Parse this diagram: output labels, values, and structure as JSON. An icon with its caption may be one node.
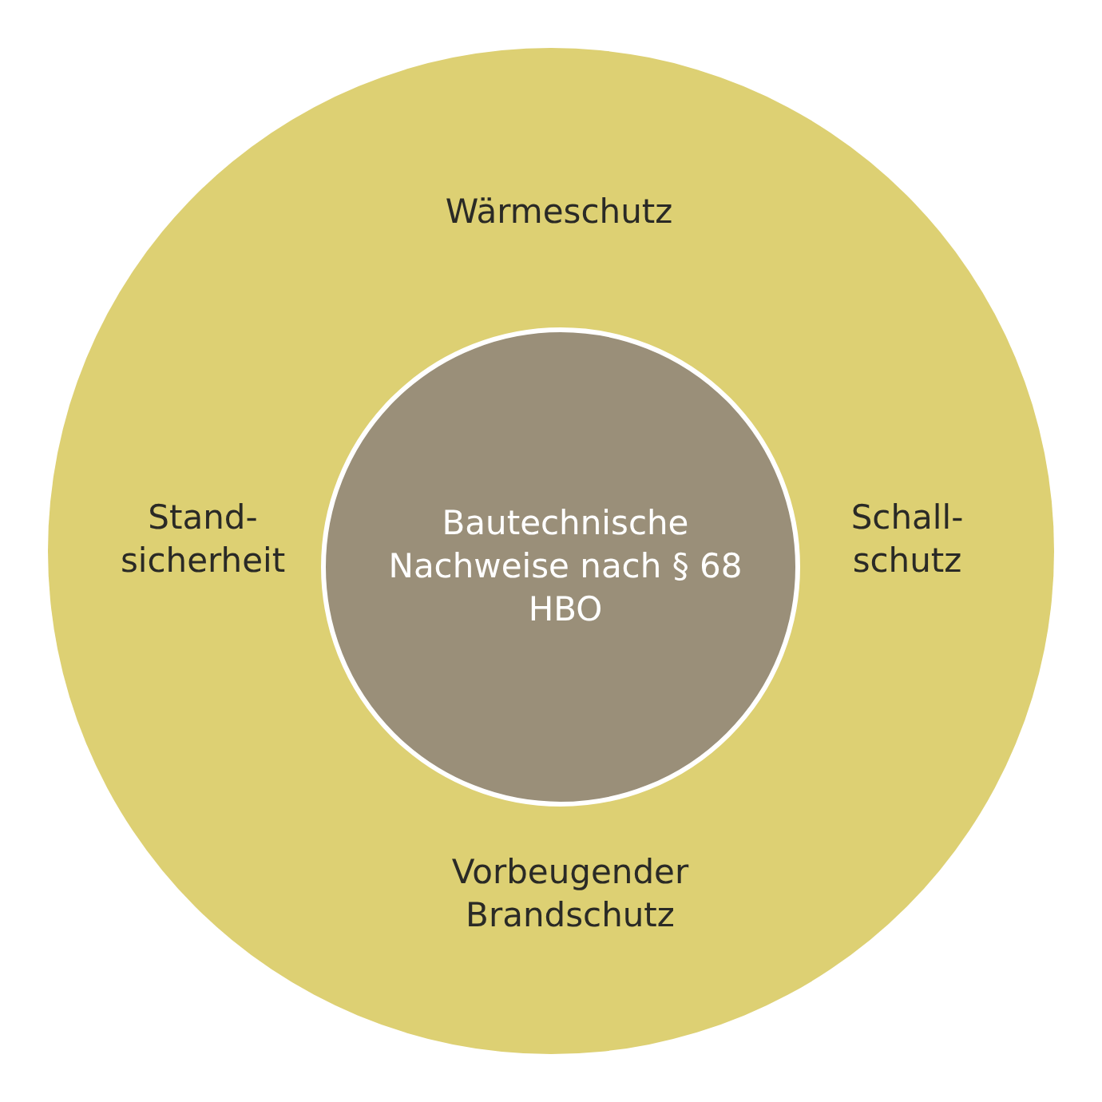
{
  "diagram": {
    "nodes": [
      {
        "text": [
          "Wärmeschutz",
          "Stand- sicherheit",
          "Schall- schutz",
          "Vorbeugender Brandschutz"
        ]
      },
      {
        "text": [
          "Bautechnische Nachweise nach § 68 HBO"
        ],
        "in": 0
      }
    ]
  }
}
